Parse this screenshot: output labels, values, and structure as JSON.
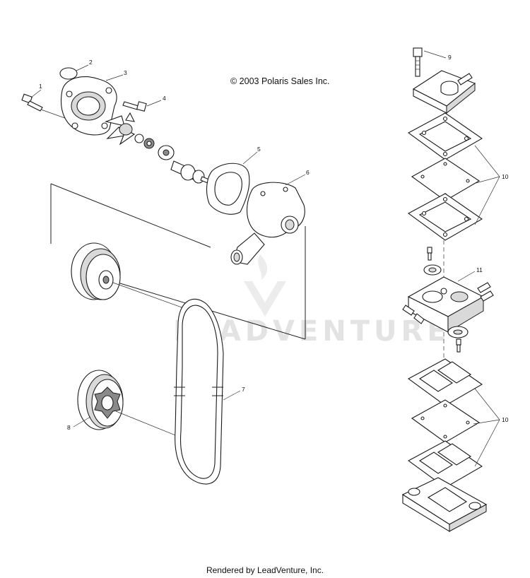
{
  "copyright": "© 2003 Polaris Sales Inc.",
  "footer": "Rendered by LeadVenture, Inc.",
  "watermark": "LEADVENTURE",
  "callouts": [
    {
      "id": "1",
      "label": "1"
    },
    {
      "id": "2",
      "label": "2"
    },
    {
      "id": "3",
      "label": "3"
    },
    {
      "id": "4",
      "label": "4"
    },
    {
      "id": "5",
      "label": "5"
    },
    {
      "id": "6",
      "label": "6"
    },
    {
      "id": "7",
      "label": "7"
    },
    {
      "id": "8",
      "label": "8"
    },
    {
      "id": "9",
      "label": "9"
    },
    {
      "id": "10a",
      "label": "10"
    },
    {
      "id": "11",
      "label": "11"
    },
    {
      "id": "10b",
      "label": "10"
    }
  ]
}
